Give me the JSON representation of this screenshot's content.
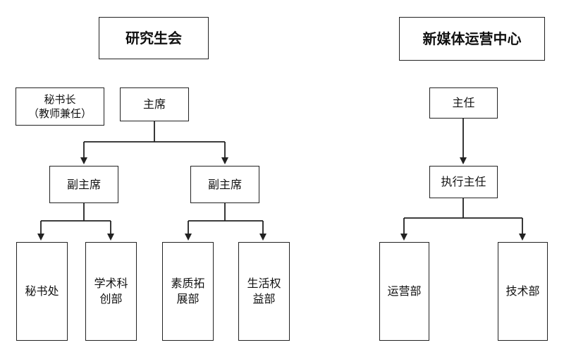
{
  "student_council": {
    "title": "研究生会",
    "secretary_general": {
      "line1": "秘书长",
      "line2": "（教师兼任）"
    },
    "chair": "主席",
    "vice_chair_left": "副主席",
    "vice_chair_right": "副主席",
    "departments": [
      {
        "line1": "秘书处",
        "line2": ""
      },
      {
        "line1": "学术科",
        "line2": "创部"
      },
      {
        "line1": "素质拓",
        "line2": "展部"
      },
      {
        "line1": "生活权",
        "line2": "益部"
      }
    ]
  },
  "media_center": {
    "title": "新媒体运营中心",
    "director": "主任",
    "executive_director": "执行主任",
    "departments": [
      {
        "label": "运营部"
      },
      {
        "label": "技术部"
      }
    ]
  },
  "colors": {
    "line": "#222222",
    "box_border": "#222222",
    "background": "#ffffff"
  }
}
